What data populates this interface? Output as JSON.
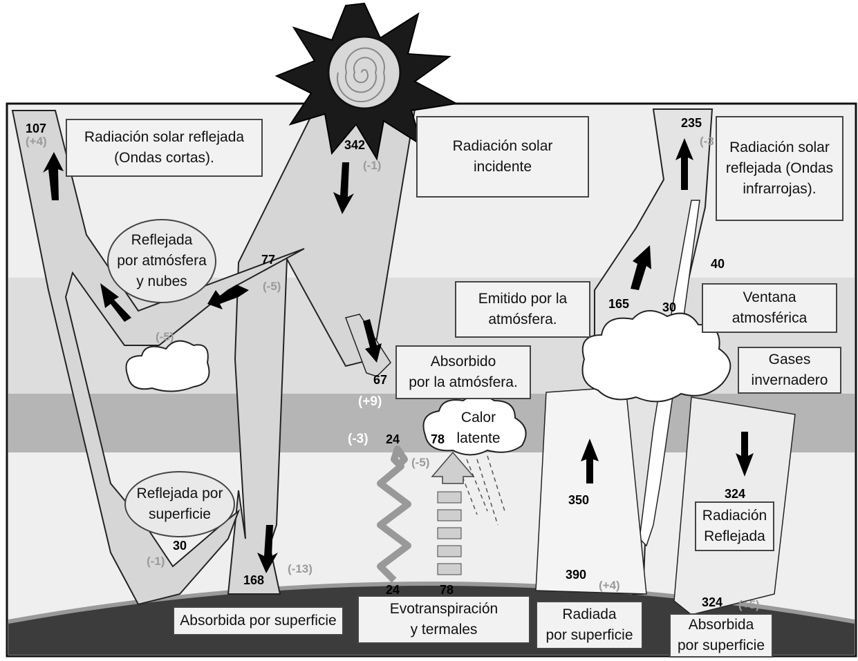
{
  "labels": {
    "reflected_solar": "Radiación solar reflejada\n(Ondas cortas).",
    "incident_solar": "Radiación solar\nincidente",
    "reflected_ir": "Radiación solar\nreflejada (Ondas\ninfrarrojas).",
    "reflected_atm_clouds": "Reflejada\npor atmósfera\ny nubes",
    "emitted_atm": "Emitido por la\natmósfera.",
    "atm_window": "Ventana\natmosférica",
    "greenhouse_gases": "Gases\ninvernadero",
    "absorbed_atm": "Absorbido\npor la atmósfera.",
    "latent_heat": "Calor\nlatente",
    "reflected_surface": "Reflejada por\nsuperficie",
    "reflected_radiation": "Radiación\nReflejada",
    "absorbed_surface_left": "Absorbida por superficie",
    "evapotranspiration": "Evotranspiración\ny termales",
    "radiated_surface": "Radiada\npor superficie",
    "absorbed_surface_right": "Absorbida\npor superficie"
  },
  "values": {
    "v107": "107",
    "c107": "(+4)",
    "v342": "342",
    "c342": "(-1)",
    "v235": "235",
    "c235": "(-3",
    "v77": "77",
    "c77": "(-5)",
    "c_cloud_left": "(-5)",
    "v67": "67",
    "c67": "(+9)",
    "v165": "165",
    "v30_window": "30",
    "v40": "40",
    "c24_top": "(-3)",
    "v24_top": "24",
    "v78_top": "78",
    "c78": "(-5)",
    "v350": "350",
    "v324_top": "324",
    "v30_surface": "30",
    "c30_surface": "(-1)",
    "v168": "168",
    "c168": "(-13)",
    "v24_bottom": "24",
    "v78_bottom": "78",
    "v390": "390",
    "c390": "(+4)",
    "v324_bottom": "324",
    "c324": "(+5)"
  }
}
